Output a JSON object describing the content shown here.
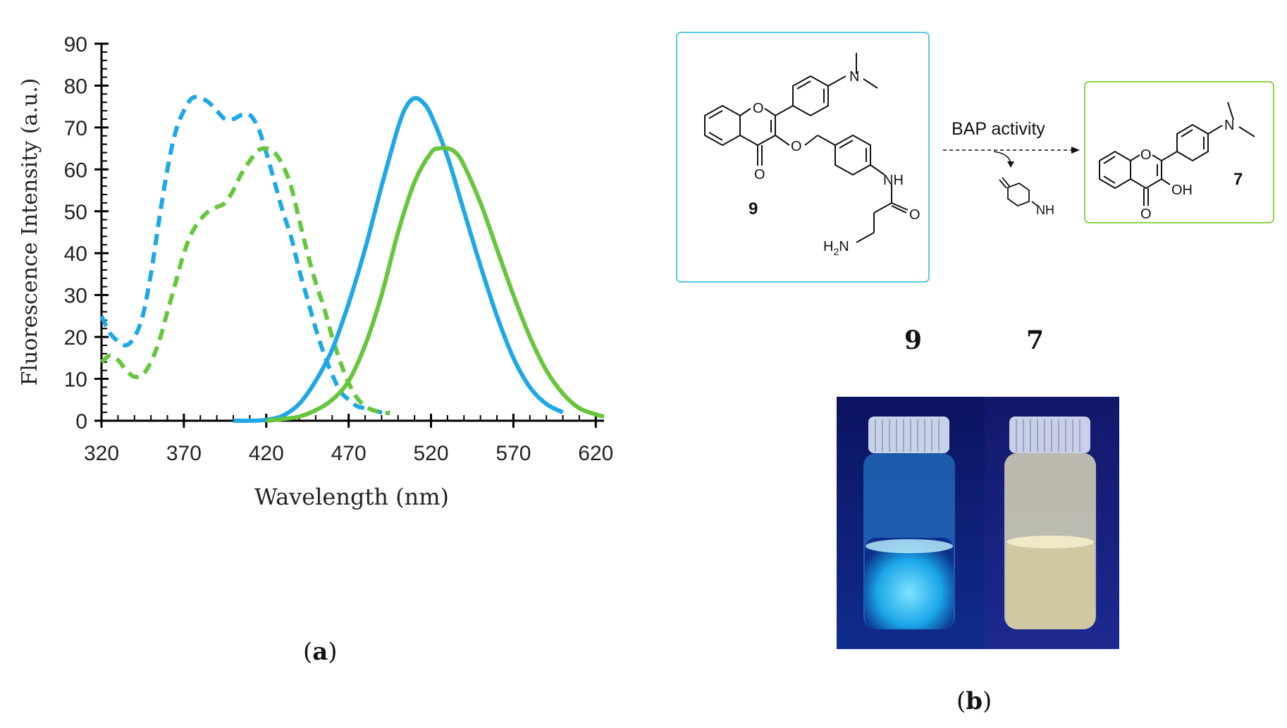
{
  "chart_data": {
    "type": "line",
    "xlabel": "Wavelength (nm)",
    "ylabel": "Fluorescence Intensity (a.u.)",
    "xlim": [
      320,
      625
    ],
    "ylim": [
      0,
      90
    ],
    "xticks": [
      320,
      370,
      420,
      470,
      520,
      570,
      620
    ],
    "yticks": [
      0,
      10,
      20,
      30,
      40,
      50,
      60,
      70,
      80,
      90
    ],
    "grid": false,
    "legend": "none",
    "series": [
      {
        "color": "#1ea8e6",
        "style": "dashed",
        "x": [
          320,
          325,
          330,
          335,
          340,
          345,
          350,
          355,
          360,
          365,
          370,
          375,
          380,
          385,
          390,
          395,
          400,
          405,
          410,
          415,
          420,
          425,
          430,
          435,
          440,
          445,
          450,
          455,
          460,
          465,
          470,
          475,
          480,
          485,
          490,
          495
        ],
        "y": [
          25,
          21,
          19,
          18,
          20,
          25,
          35,
          48,
          60,
          69,
          74,
          77,
          77,
          76,
          74,
          72,
          72,
          73,
          73,
          70,
          64,
          57,
          50,
          44,
          36,
          29,
          22,
          16,
          11,
          7,
          5,
          3.5,
          3,
          2.5,
          2,
          2
        ]
      },
      {
        "color": "#66c63c",
        "style": "dashed",
        "x": [
          320,
          325,
          330,
          335,
          340,
          345,
          350,
          355,
          360,
          365,
          370,
          375,
          380,
          385,
          390,
          395,
          400,
          405,
          410,
          415,
          420,
          425,
          430,
          435,
          440,
          445,
          450,
          455,
          460,
          465,
          470,
          475,
          480,
          485,
          490,
          495
        ],
        "y": [
          14,
          15.5,
          14.5,
          12,
          10.5,
          11,
          14,
          19,
          26,
          33,
          40,
          45,
          48,
          50,
          51,
          52,
          55,
          59,
          62,
          64.5,
          65,
          64,
          61,
          56,
          48,
          40,
          33,
          27,
          20,
          14,
          9,
          5.5,
          3.5,
          2.5,
          2,
          1.8
        ]
      },
      {
        "color": "#1ea8e6",
        "style": "solid",
        "x": [
          400,
          410,
          420,
          430,
          440,
          450,
          460,
          470,
          480,
          490,
          500,
          505,
          510,
          515,
          520,
          530,
          540,
          550,
          560,
          570,
          580,
          590,
          600
        ],
        "y": [
          0,
          0,
          0.2,
          1.2,
          4,
          9.5,
          17,
          28,
          41,
          56,
          70,
          75,
          77,
          76,
          73,
          63,
          50,
          37,
          25,
          15,
          8,
          4,
          2
        ]
      },
      {
        "color": "#66c63c",
        "style": "solid",
        "x": [
          420,
          430,
          440,
          450,
          460,
          470,
          480,
          490,
          500,
          510,
          520,
          525,
          530,
          535,
          540,
          550,
          560,
          570,
          580,
          590,
          600,
          610,
          620,
          625
        ],
        "y": [
          0,
          0.4,
          1,
          2.5,
          5,
          9.5,
          18,
          30,
          45,
          57,
          64,
          65,
          65,
          64,
          61,
          52,
          41,
          30,
          20,
          12,
          6.5,
          3,
          1.5,
          1
        ]
      }
    ]
  },
  "panel_a_label": {
    "open": "(",
    "letter": "a",
    "close": ")"
  },
  "panel_b_label": {
    "open": "(",
    "letter": "b",
    "close": ")"
  },
  "scheme": {
    "reagent_label": "BAP activity",
    "compound_left_id": "9",
    "compound_right_id": "7",
    "atoms": {
      "O": "O",
      "N": "N",
      "NH": "NH",
      "OH": "OH",
      "H2N_main": "H",
      "H2N_sub": "2",
      "H2N_end": "N"
    },
    "box_left_color": "#5bc8e6",
    "box_right_color": "#8fd24a"
  },
  "vials": {
    "left_label": "9",
    "right_label": "7"
  }
}
